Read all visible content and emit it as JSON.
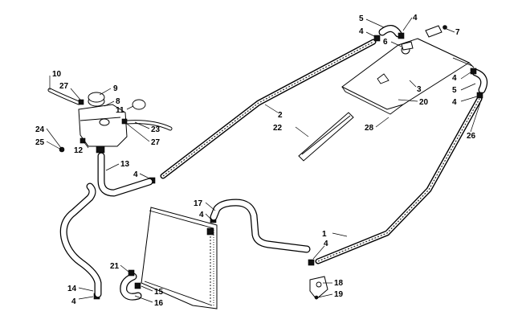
{
  "diagram": {
    "callouts": [
      {
        "id": "c1",
        "text": "1"
      },
      {
        "id": "c2",
        "text": "2"
      },
      {
        "id": "c3",
        "text": "3"
      },
      {
        "id": "c4a",
        "text": "4"
      },
      {
        "id": "c4b",
        "text": "4"
      },
      {
        "id": "c4c",
        "text": "4"
      },
      {
        "id": "c4d",
        "text": "4"
      },
      {
        "id": "c4e",
        "text": "4"
      },
      {
        "id": "c4f",
        "text": "4"
      },
      {
        "id": "c4g",
        "text": "4"
      },
      {
        "id": "c4h",
        "text": "4"
      },
      {
        "id": "c5a",
        "text": "5"
      },
      {
        "id": "c5b",
        "text": "5"
      },
      {
        "id": "c6",
        "text": "6"
      },
      {
        "id": "c7",
        "text": "7"
      },
      {
        "id": "c8",
        "text": "8"
      },
      {
        "id": "c9",
        "text": "9"
      },
      {
        "id": "c10",
        "text": "10"
      },
      {
        "id": "c11",
        "text": "11"
      },
      {
        "id": "c12",
        "text": "12"
      },
      {
        "id": "c13",
        "text": "13"
      },
      {
        "id": "c14",
        "text": "14"
      },
      {
        "id": "c15",
        "text": "15"
      },
      {
        "id": "c16",
        "text": "16"
      },
      {
        "id": "c17",
        "text": "17"
      },
      {
        "id": "c18",
        "text": "18"
      },
      {
        "id": "c19",
        "text": "19"
      },
      {
        "id": "c20",
        "text": "20"
      },
      {
        "id": "c21",
        "text": "21"
      },
      {
        "id": "c22",
        "text": "22"
      },
      {
        "id": "c23",
        "text": "23"
      },
      {
        "id": "c24",
        "text": "24"
      },
      {
        "id": "c25",
        "text": "25"
      },
      {
        "id": "c26",
        "text": "26"
      },
      {
        "id": "c27a",
        "text": "27"
      },
      {
        "id": "c27b",
        "text": "27"
      },
      {
        "id": "c28",
        "text": "28"
      }
    ]
  }
}
